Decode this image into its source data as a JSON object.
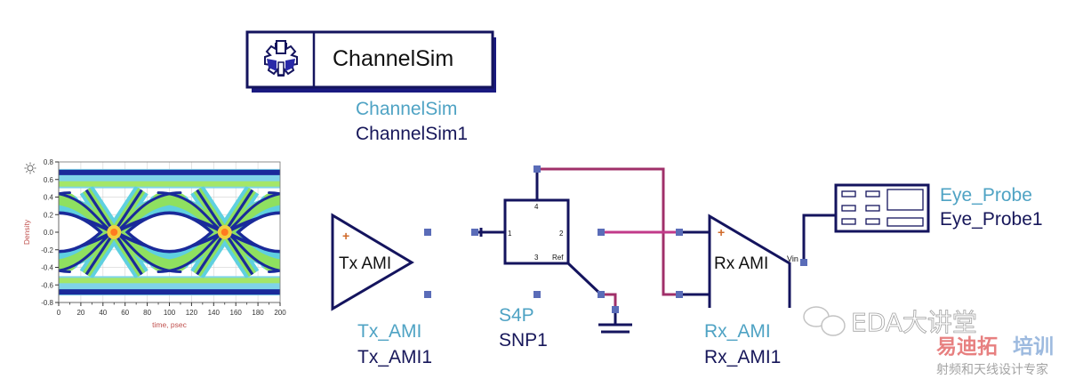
{
  "colors": {
    "wire_dark": "#14145e",
    "wire_magenta": "#a0306a",
    "pin": "#5a6cb8",
    "type_label": "#4fa3c4",
    "instance_label": "#17175a",
    "plus_marker": "#d06a2a",
    "axis_label": "#c0504d"
  },
  "controller": {
    "title": "ChannelSim",
    "type": "ChannelSim",
    "instance": "ChannelSim1",
    "icon": "gear-icon"
  },
  "tx": {
    "symbol_text": "Tx AMI",
    "type": "Tx_AMI",
    "instance": "Tx_AMI1",
    "marker": "+"
  },
  "snp": {
    "type": "S4P",
    "instance": "SNP1",
    "ports": [
      "1",
      "2",
      "3",
      "4"
    ],
    "ref_label": "Ref"
  },
  "rx": {
    "symbol_text": "Rx AMI",
    "type": "Rx_AMI",
    "instance": "Rx_AMI1",
    "marker": "+",
    "output_pin": "Vin"
  },
  "probe": {
    "type": "Eye_Probe",
    "instance": "Eye_Probe1"
  },
  "watermark": {
    "brand": "EDA大讲堂",
    "company_red": "易迪拓",
    "company_blue": "培训",
    "tagline": "射频和天线设计专家"
  },
  "chart_data": {
    "type": "heatmap",
    "title": "",
    "xlabel": "time, psec",
    "ylabel": "Density",
    "xlim": [
      0,
      200
    ],
    "ylim": [
      -0.8,
      0.8
    ],
    "xticks": [
      "0",
      "20",
      "40",
      "60",
      "80",
      "100",
      "120",
      "140",
      "160",
      "180",
      "200"
    ],
    "yticks": [
      "0.8",
      "0.6",
      "0.4",
      "0.2",
      "0.0",
      "-0.2",
      "-0.4",
      "-0.6",
      "-0.8"
    ],
    "grid": true,
    "description": "Eye diagram density plot, two eyes crossing at t=50 and t=150 ps",
    "crossings_ps": [
      50,
      150
    ],
    "levels": [
      0.68,
      0.2,
      -0.2,
      -0.68
    ],
    "eye_opening_height": 0.4,
    "icon": "sun-icon"
  }
}
